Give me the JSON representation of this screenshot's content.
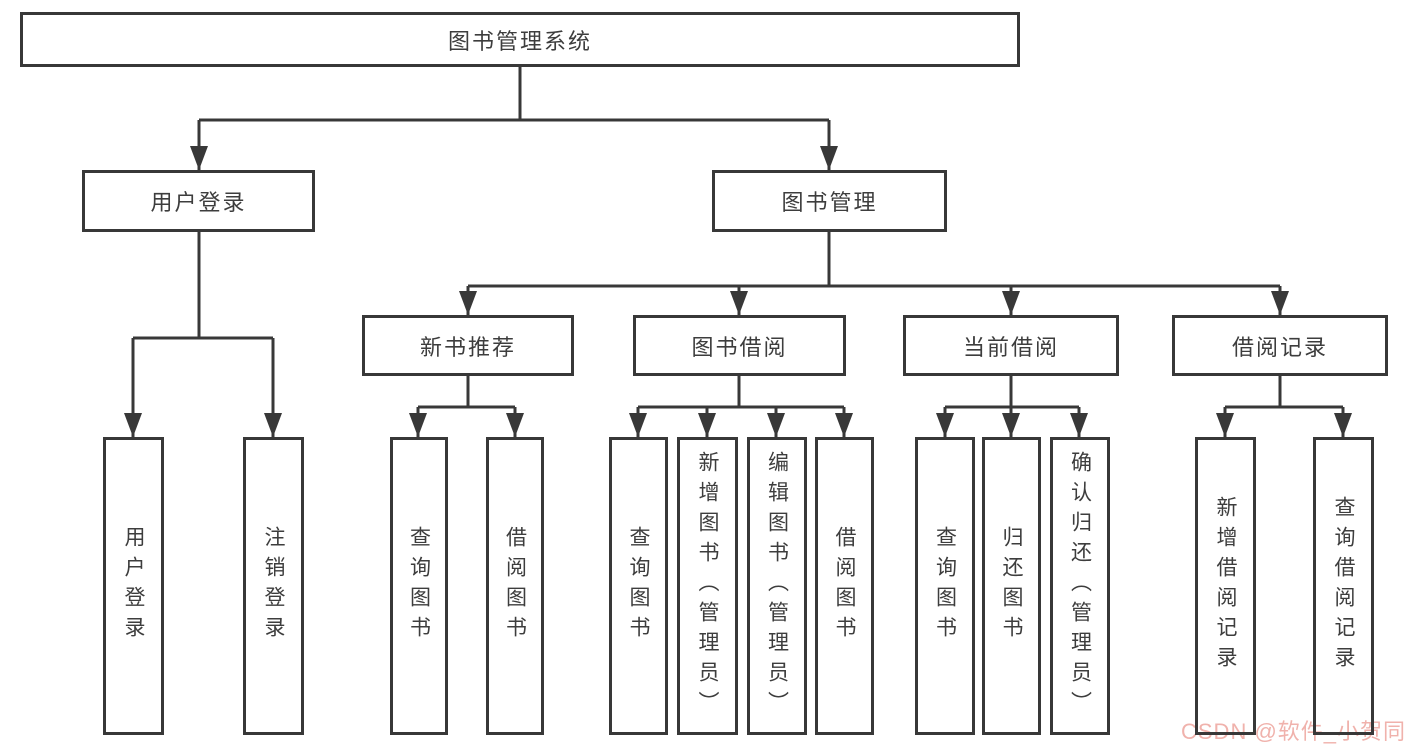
{
  "diagram": {
    "type": "tree",
    "root": {
      "label": "图书管理系统"
    },
    "level1": [
      {
        "label": "用户登录"
      },
      {
        "label": "图书管理"
      }
    ],
    "level2": [
      {
        "label": "新书推荐"
      },
      {
        "label": "图书借阅"
      },
      {
        "label": "当前借阅"
      },
      {
        "label": "借阅记录"
      }
    ],
    "leaves": [
      {
        "label": "用户登录"
      },
      {
        "label": "注销登录"
      },
      {
        "label": "查询图书"
      },
      {
        "label": "借阅图书"
      },
      {
        "label": "查询图书"
      },
      {
        "label": "新增图书（管理员）"
      },
      {
        "label": "编辑图书（管理员）"
      },
      {
        "label": "借阅图书"
      },
      {
        "label": "查询图书"
      },
      {
        "label": "归还图书"
      },
      {
        "label": "确认归还（管理员）"
      },
      {
        "label": "新增借阅记录"
      },
      {
        "label": "查询借阅记录"
      }
    ],
    "hierarchy": {
      "图书管理系统": [
        "用户登录",
        "图书管理"
      ],
      "用户登录": [
        "用户登录",
        "注销登录"
      ],
      "图书管理": [
        "新书推荐",
        "图书借阅",
        "当前借阅",
        "借阅记录"
      ],
      "新书推荐": [
        "查询图书",
        "借阅图书"
      ],
      "图书借阅": [
        "查询图书",
        "新增图书（管理员）",
        "编辑图书（管理员）",
        "借阅图书"
      ],
      "当前借阅": [
        "查询图书",
        "归还图书",
        "确认归还（管理员）"
      ],
      "借阅记录": [
        "新增借阅记录",
        "查询借阅记录"
      ]
    },
    "colors": {
      "line": "#383838",
      "text": "#3d3d3d",
      "watermark": "#f0b2ac",
      "background": "#ffffff"
    }
  },
  "watermark": {
    "text": "CSDN @软件_小贺同学"
  }
}
